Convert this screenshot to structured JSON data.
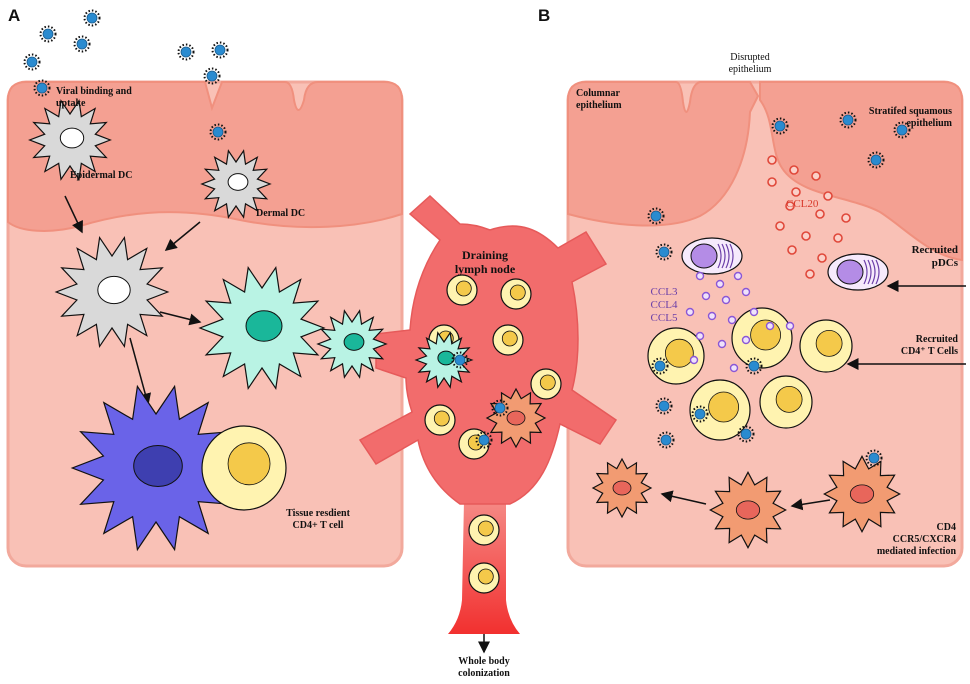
{
  "panels": {
    "a": "A",
    "b": "B"
  },
  "labels_a": {
    "viral_binding": "Viral binding and\nuptake",
    "epidermal_dc": "Epidermal DC",
    "dermal_dc": "Dermal DC",
    "tissue_resident": "Tissue resdient\nCD4+ T cell"
  },
  "labels_center": {
    "lymph_node": "Draining\nlymph node",
    "whole_body": "Whole body\ncolonization"
  },
  "labels_b": {
    "disrupted": "Disrupted\nepithelium",
    "columnar": "Columnar\nepithelium",
    "stratified": "Stratifed squamous\nepithelium",
    "ccl20": "CCL20",
    "ccl_group": "CCL3\nCCL4\nCCL5",
    "recruited_pdcs": "Recruited\npDCs",
    "recruited_t_cells": "Recruited\nCD4⁺ T Cells",
    "infection": "CD4\nCCR5/CXCR4\nmediated infection"
  },
  "colors": {
    "tissue": "#f9c1b6",
    "epithelium": "#f2988b",
    "lymph": "#f26c6c",
    "virus": "#2a8bd0",
    "dc_grey": "#d9d9d9",
    "dc_teal": "#b9f3e4",
    "dc_blue": "#6a63e8",
    "t_cell": "#fff3b0",
    "t_cell_nucleus": "#f4c94a",
    "pdc": "#b48ce6",
    "infected": "#f29b72",
    "ccl20_dot": "#e0483a",
    "ccl_dot": "#8a57d6"
  }
}
